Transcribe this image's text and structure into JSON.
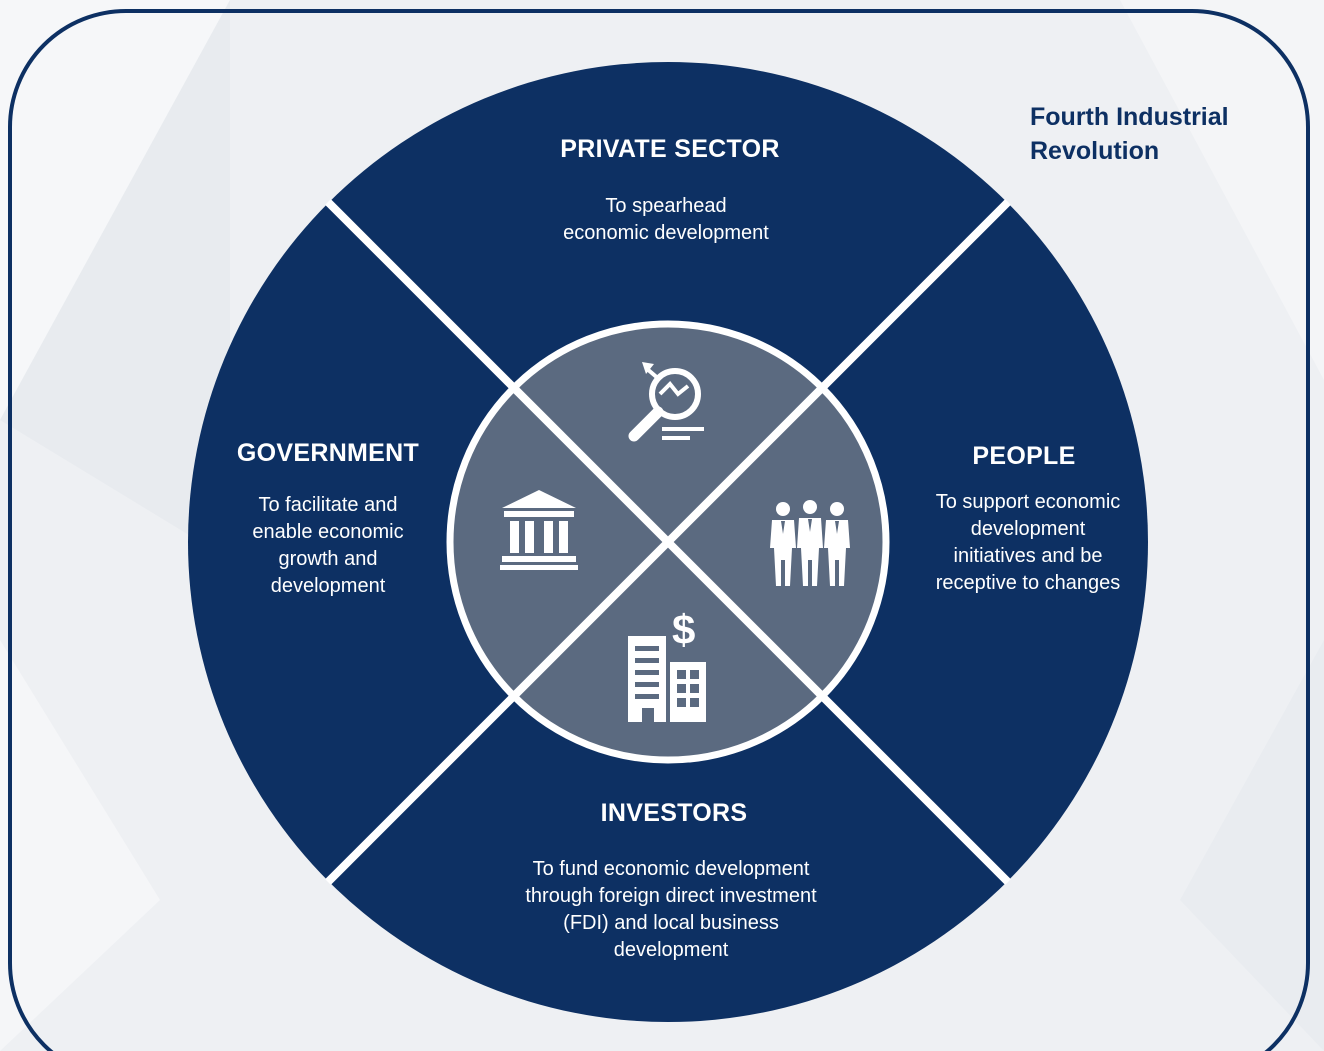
{
  "corner_title": {
    "line1": "Fourth Industrial",
    "line2": "Revolution"
  },
  "segments": {
    "private_sector": {
      "heading": "PRIVATE SECTOR",
      "description": [
        "To spearhead",
        "economic development"
      ],
      "icon": "growth-analysis-icon"
    },
    "government": {
      "heading": "GOVERNMENT",
      "description": [
        "To facilitate and",
        "enable economic",
        "growth and",
        "development"
      ],
      "icon": "government-building-icon"
    },
    "people": {
      "heading": "PEOPLE",
      "description": [
        "To support economic",
        "development",
        "initiatives and be",
        "receptive to changes"
      ],
      "icon": "people-group-icon"
    },
    "investors": {
      "heading": "INVESTORS",
      "description": [
        "To fund economic development",
        "through foreign direct investment",
        "(FDI) and local business",
        "development"
      ],
      "icon": "investment-building-icon"
    }
  },
  "colors": {
    "outer_ring": "#0d3063",
    "inner_circle": "#5b6a80",
    "frame": "#0d3063",
    "background": "#eef0f3"
  }
}
